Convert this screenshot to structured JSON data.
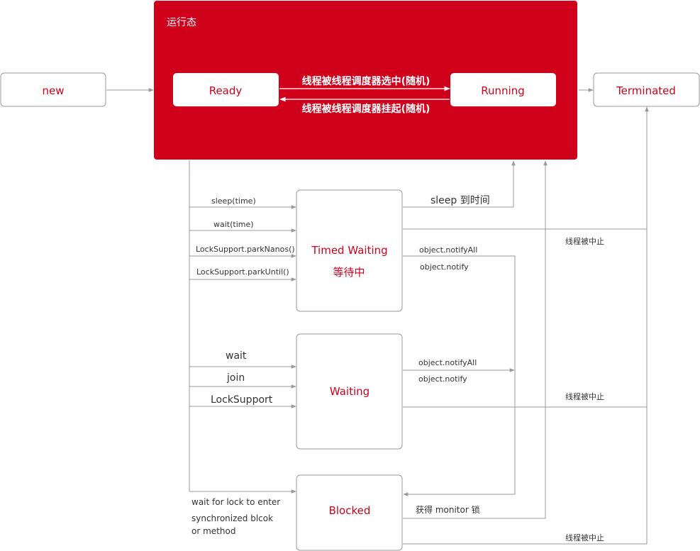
{
  "colors": {
    "running_region": "#d0011b",
    "state_text": "#d0011b",
    "box_border": "#999999",
    "line": "#999999",
    "label": "#333333",
    "white": "#ffffff"
  },
  "states": {
    "new": "new",
    "ready": "Ready",
    "running": "Running",
    "terminated": "Terminated",
    "timed_waiting": "Timed Waiting",
    "timed_waiting_cn": "等待中",
    "waiting": "Waiting",
    "blocked": "Blocked"
  },
  "region": {
    "title": "运行态"
  },
  "transitions": {
    "ready_to_running": "线程被线程调度器选中(随机)",
    "running_to_ready": "线程被线程调度器挂起(随机)",
    "sleep_time": "sleep(time)",
    "wait_time": "wait(time)",
    "park_nanos": "LockSupport.parkNanos()",
    "park_until": "LockSupport.parkUntil()",
    "sleep_done": "sleep 到时间",
    "notify_all_1": "object.notifyAll",
    "notify_1": "object.notify",
    "interrupted_1": "线程被中止",
    "wait": "wait",
    "join": "join",
    "locksupport": "LockSupport",
    "notify_all_2": "object.notifyAll",
    "notify_2": "object.notify",
    "interrupted_2": "线程被中止",
    "lock_line1": "wait for lock to enter",
    "lock_line2": "synchronized blcok",
    "lock_line3": "or method",
    "acquire_monitor": "获得 monitor 锁",
    "interrupted_3": "线程被中止"
  }
}
